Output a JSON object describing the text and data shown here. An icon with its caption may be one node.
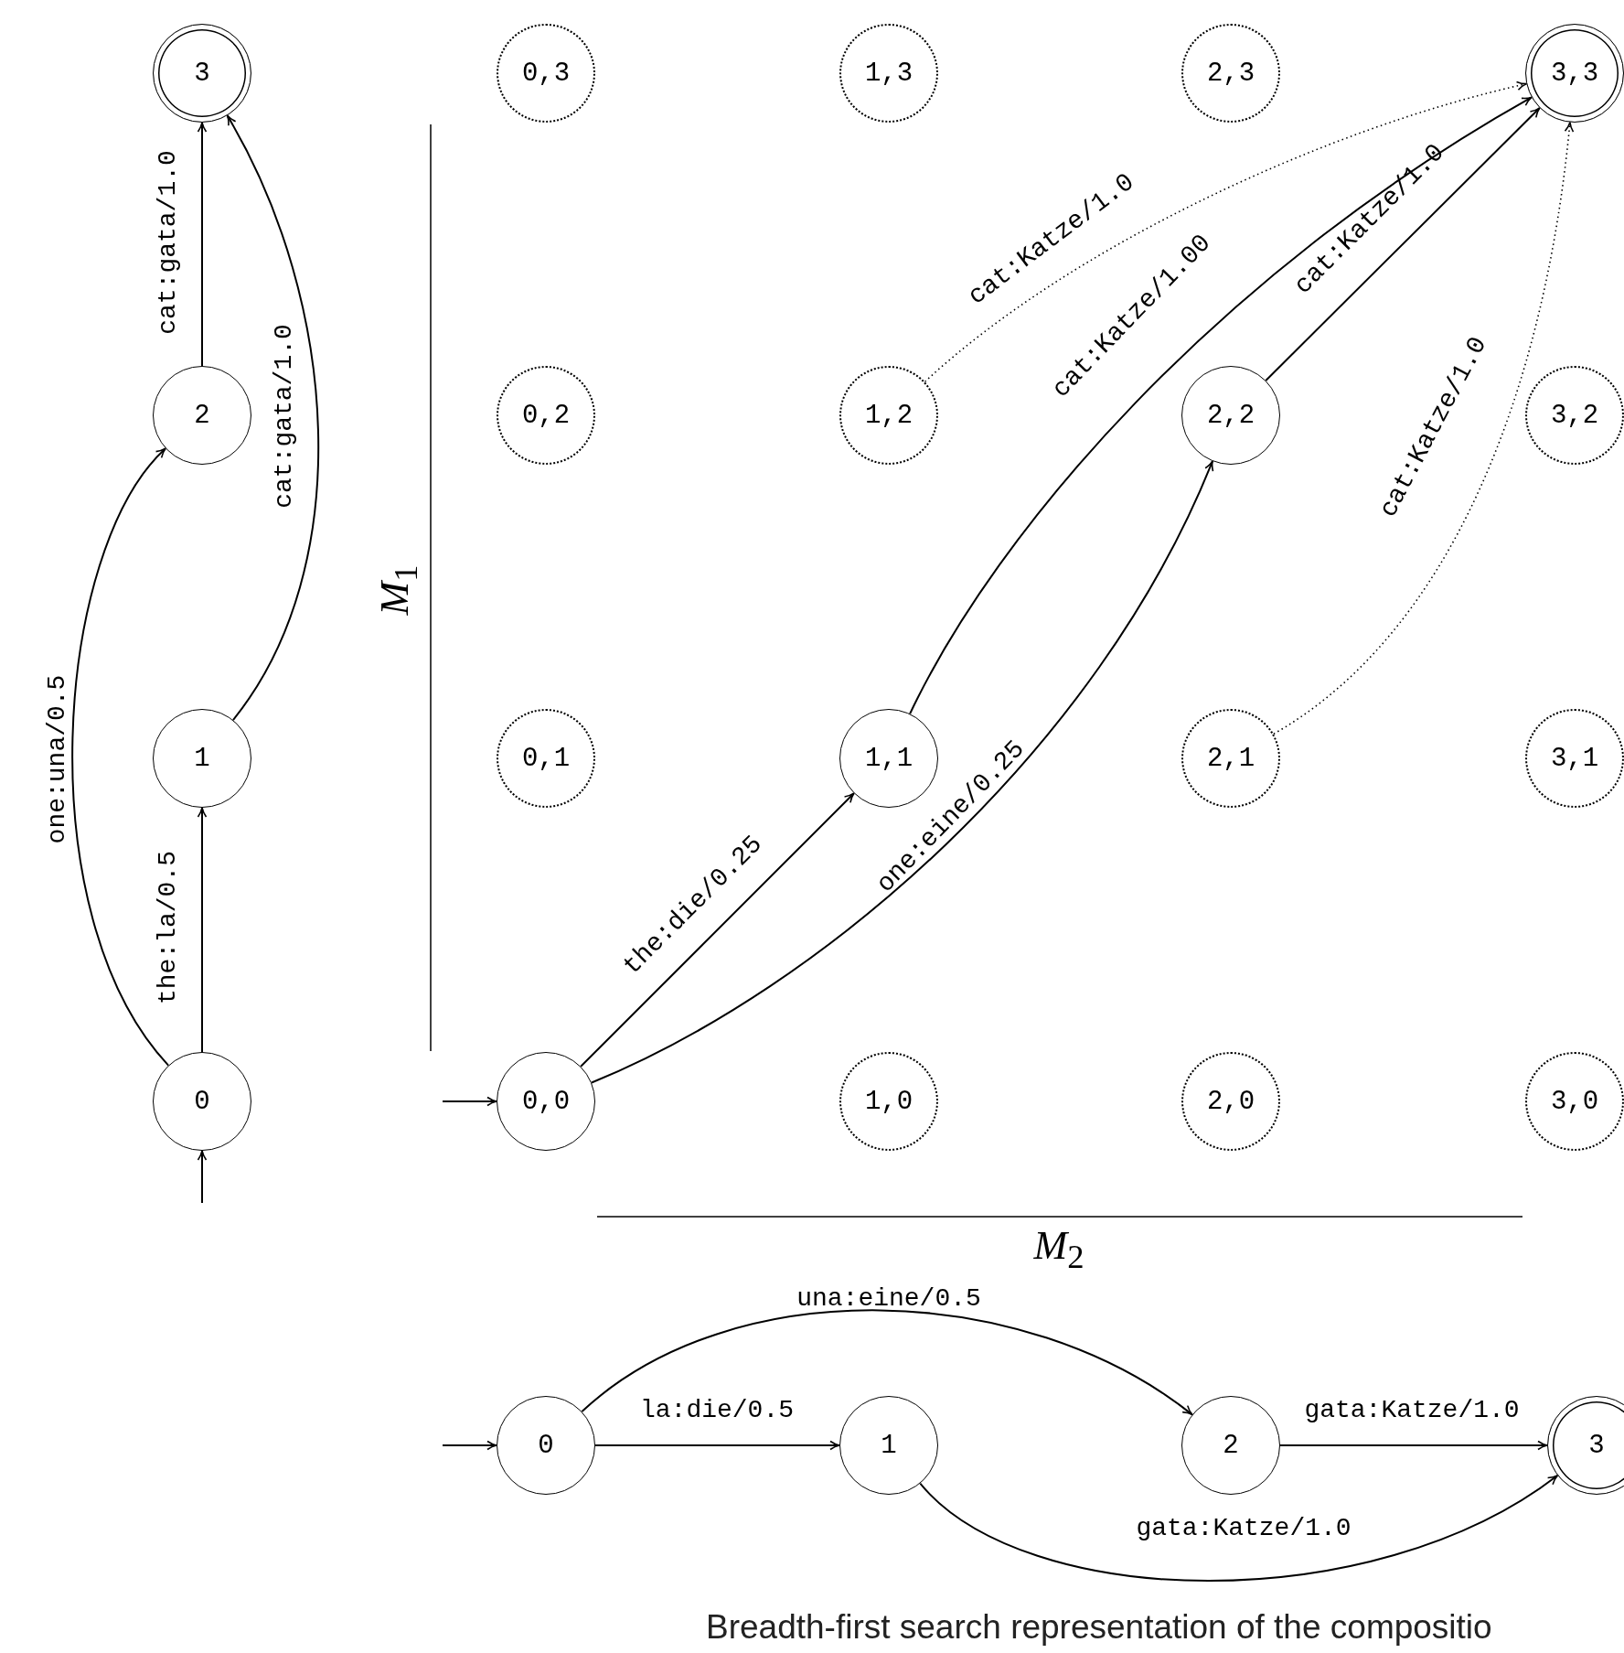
{
  "diagram": {
    "caption": "Breadth-first search representation of the compositio",
    "nodes": [
      {
        "text": [
          "0"
        ]
      },
      {
        "text": [
          "1"
        ]
      },
      {
        "text": [
          "2"
        ]
      },
      {
        "text": [
          "3"
        ]
      },
      {
        "text": [
          "0,3"
        ]
      },
      {
        "text": [
          "1,3"
        ]
      },
      {
        "text": [
          "2,3"
        ]
      },
      {
        "text": [
          "3,3"
        ]
      },
      {
        "text": [
          "0,2"
        ]
      },
      {
        "text": [
          "1,2"
        ]
      },
      {
        "text": [
          "2,2"
        ]
      },
      {
        "text": [
          "3,2"
        ]
      },
      {
        "text": [
          "0,1"
        ]
      },
      {
        "text": [
          "1,1"
        ]
      },
      {
        "text": [
          "2,1"
        ]
      },
      {
        "text": [
          "3,1"
        ]
      },
      {
        "text": [
          "0,0"
        ]
      },
      {
        "text": [
          "1,0"
        ]
      },
      {
        "text": [
          "2,0"
        ]
      },
      {
        "text": [
          "3,0"
        ]
      },
      {
        "text": [
          "0"
        ]
      },
      {
        "text": [
          "1"
        ]
      },
      {
        "text": [
          "2"
        ]
      },
      {
        "text": [
          "3"
        ]
      }
    ],
    "edges": [
      {
        "from": null,
        "to": 0,
        "arrow": "to"
      },
      {
        "from": 0,
        "to": 1,
        "arrow": "to",
        "label": "the:la/0.5"
      },
      {
        "from": 0,
        "to": 2,
        "arrow": "to",
        "label": "one:una/0.5"
      },
      {
        "from": 2,
        "to": 3,
        "arrow": "to",
        "label": "cat:gata/1.0"
      },
      {
        "from": 1,
        "to": 3,
        "arrow": "to",
        "label": "cat:gata/1.0"
      },
      {
        "from": null,
        "to": 16,
        "arrow": "to"
      },
      {
        "from": 16,
        "to": 13,
        "arrow": "to",
        "label": "the:die/0.25"
      },
      {
        "from": 16,
        "to": 10,
        "arrow": "to",
        "label": "one:eine/0.25"
      },
      {
        "from": 9,
        "to": 7,
        "arrow": "to",
        "label": "cat:Katze/1.0",
        "style": "dashed"
      },
      {
        "from": 13,
        "to": 7,
        "arrow": "to",
        "label": "cat:Katze/1.00"
      },
      {
        "from": 10,
        "to": 7,
        "arrow": "to",
        "label": "cat:Katze/1.0"
      },
      {
        "from": 14,
        "to": 7,
        "arrow": "to",
        "label": "cat:Katze/1.0",
        "style": "dashed"
      },
      {
        "from": null,
        "to": 20,
        "arrow": "to"
      },
      {
        "from": 20,
        "to": 22,
        "arrow": "to",
        "label": "una:eine/0.5"
      },
      {
        "from": 20,
        "to": 21,
        "arrow": "to",
        "label": "la:die/0.5"
      },
      {
        "from": 22,
        "to": 23,
        "arrow": "to",
        "label": "gata:Katze/1.0"
      },
      {
        "from": 21,
        "to": 23,
        "arrow": "to",
        "label": "gata:Katze/1.0"
      }
    ],
    "labels": [
      "*M*$_{1}$",
      "*M*$_{2}$"
    ]
  }
}
